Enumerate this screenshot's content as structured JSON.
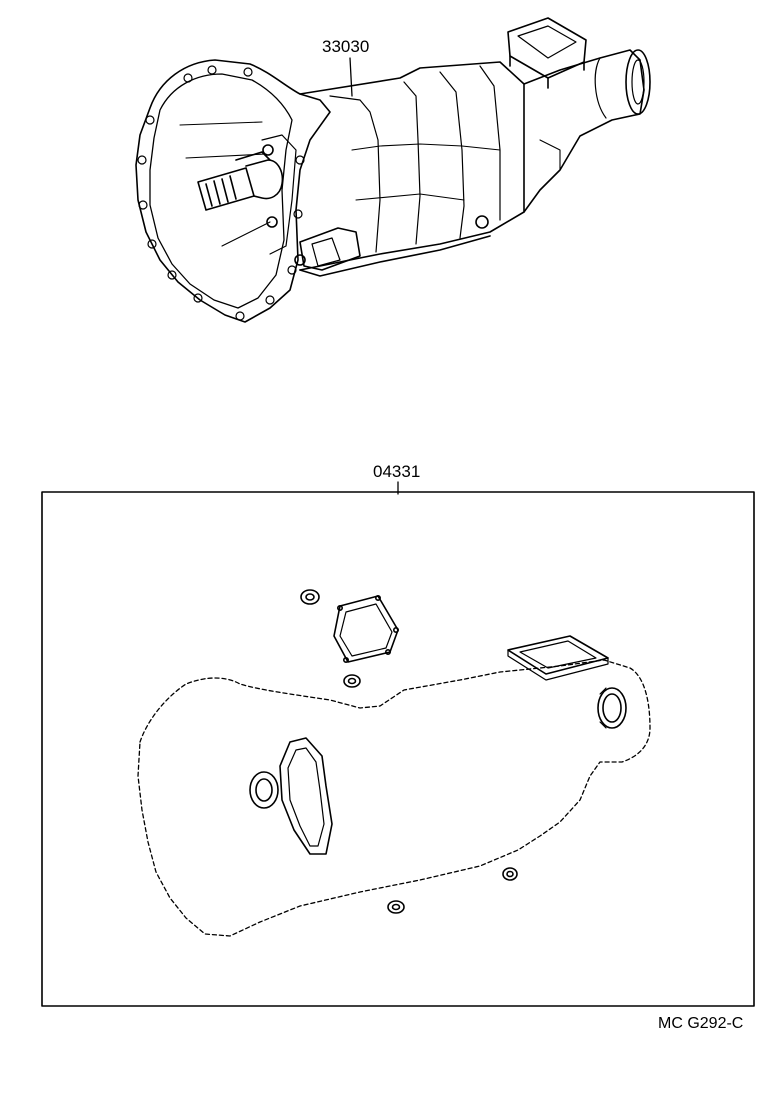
{
  "diagram": {
    "assembly_part_number": "33030",
    "gasket_kit_part_number": "04331",
    "illustration_code": "MC G292-C"
  },
  "colors": {
    "ink": "#000000",
    "background": "#ffffff"
  }
}
